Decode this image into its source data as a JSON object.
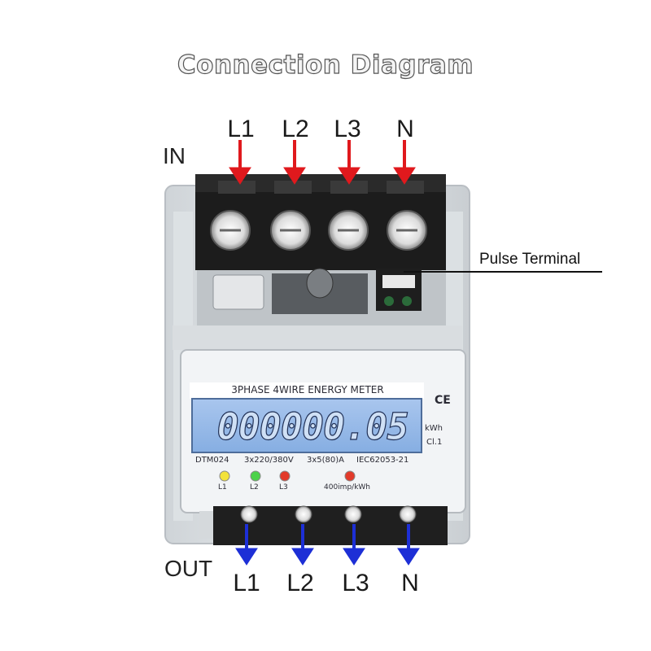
{
  "title": "Connection Diagram",
  "in_label": "IN",
  "out_label": "OUT",
  "input_phases": [
    "L1",
    "L2",
    "L3",
    "N"
  ],
  "output_phases": [
    "L1",
    "L2",
    "L3",
    "N"
  ],
  "pulse_label": "Pulse Terminal",
  "meter": {
    "header": "3PHASE 4WIRE ENERGY METER",
    "reading": "000000.05",
    "unit": "kWh",
    "class": "Cl.1",
    "model": "DTM024",
    "voltage": "3x220/380V",
    "current": "3x5(80)A",
    "standard": "IEC62053-21",
    "ce_mark": "CE",
    "imp": "400imp/kWh",
    "leds": [
      "L1",
      "L2",
      "L3"
    ],
    "led_colors": [
      "#f2e23a",
      "#4cd24a",
      "#e23a2a"
    ],
    "pulse_led_color": "#e23a2a"
  },
  "colors": {
    "input_arrow": "#e0191d",
    "output_arrow": "#1d2fd6"
  }
}
